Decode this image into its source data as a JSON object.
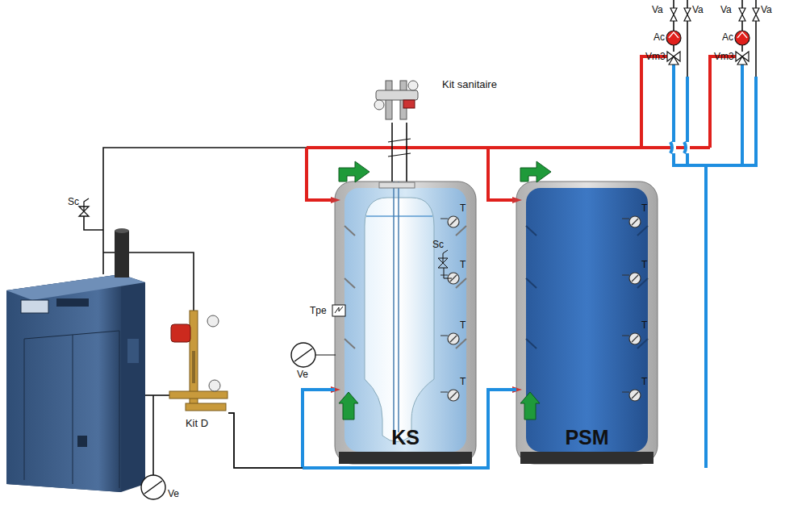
{
  "diagram": {
    "nodes": [
      {
        "text": [
          "Kit sanitaire"
        ]
      },
      {
        "text": [
          "Kit D"
        ]
      },
      {
        "text": [
          "KS"
        ]
      },
      {
        "text": [
          "PSM"
        ]
      }
    ],
    "edges": [
      {
        "from": 1,
        "to": 2,
        "arrow": "none"
      },
      {
        "from": 1,
        "to": 3,
        "arrow": "none"
      },
      {
        "from": 0,
        "to": 2,
        "arrow": "none"
      }
    ],
    "labels": [
      "Sc",
      "Va",
      "Va",
      "Va",
      "Va",
      "Ac",
      "Ac",
      "Vm3",
      "Vm3",
      "T",
      "T",
      "T",
      "T",
      "T",
      "T",
      "T",
      "T",
      "Sc",
      "Tpe",
      "Ve",
      "Ve"
    ]
  }
}
